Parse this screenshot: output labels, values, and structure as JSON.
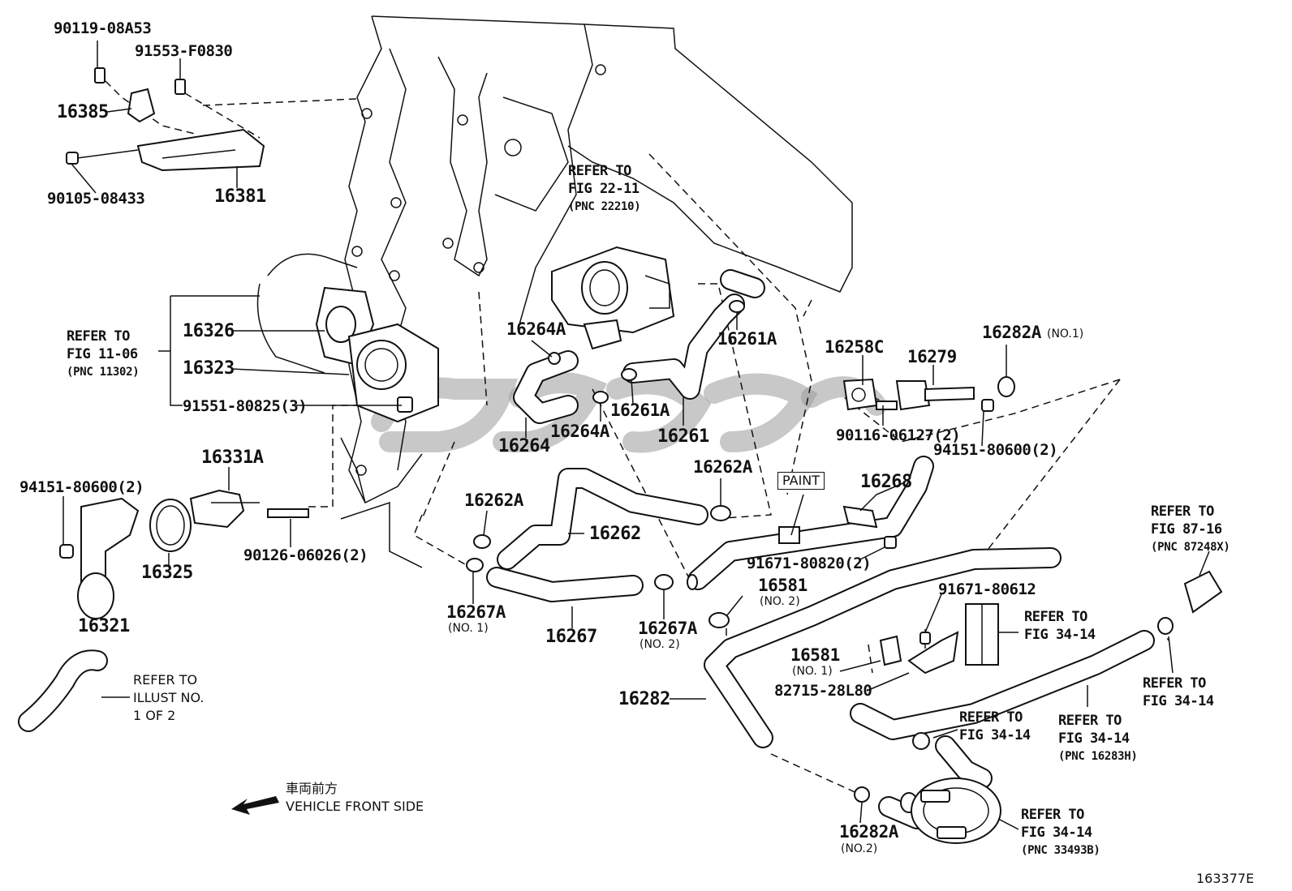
{
  "parts": {
    "p90119": "90119-08A53",
    "p91553": "91553-F0830",
    "p16385": "16385",
    "p16381": "16381",
    "p90105": "90105-08433",
    "p16326": "16326",
    "p16323": "16323",
    "p91551": "91551-80825(3)",
    "p16331A": "16331A",
    "p94151_left": "94151-80600(2)",
    "p16325": "16325",
    "p16321": "16321",
    "p90126": "90126-06026(2)",
    "p16264A_top": "16264A",
    "p16264": "16264",
    "p16264A_bot": "16264A",
    "p16261A_top": "16261A",
    "p16261A_mid": "16261A",
    "p16261": "16261",
    "p16262A_right": "16262A",
    "p16262A_left": "16262A",
    "p16262": "16262",
    "p16267A_1": "16267A",
    "p16267A_1_sub": "(NO. 1)",
    "p16267": "16267",
    "p16267A_2": "16267A",
    "p16267A_2_sub": "(NO. 2)",
    "p16258C": "16258C",
    "p16279": "16279",
    "p16282A_top": "16282A",
    "p16282A_top_sub": "(NO.1)",
    "p90116": "90116-06127(2)",
    "p94151_right": "94151-80600(2)",
    "p16268": "16268",
    "p91671_80820": "91671-80820(2)",
    "p16581_2": "16581",
    "p16581_2_sub": "(NO. 2)",
    "p91671_80612": "91671-80612",
    "p16581_1": "16581",
    "p16581_1_sub": "(NO. 1)",
    "p82715": "82715-28L80",
    "p16282": "16282",
    "p16282A_bot": "16282A",
    "p16282A_bot_sub": "(NO.2)",
    "paint": "PAINT"
  },
  "refs": {
    "fig11_06": [
      "REFER TO",
      "FIG 11-06",
      "(PNC 11302)"
    ],
    "fig22_11": [
      "REFER TO",
      "FIG 22-11",
      "(PNC 22210)"
    ],
    "fig87_16": [
      "REFER TO",
      "FIG 87-16",
      "(PNC 87248X)"
    ],
    "fig34_14_a": [
      "REFER TO",
      "FIG 34-14"
    ],
    "fig34_14_b": [
      "REFER TO",
      "FIG 34-14"
    ],
    "fig34_14_c": [
      "REFER TO",
      "FIG 34-14"
    ],
    "fig34_14_d": [
      "REFER TO",
      "FIG 34-14",
      "(PNC 16283H)"
    ],
    "fig34_14_e": [
      "REFER TO",
      "FIG 34-14",
      "(PNC 33493B)"
    ],
    "illust": [
      "REFER TO",
      "ILLUST NO.",
      "1 OF 2"
    ]
  },
  "direction": {
    "jp": "車両前方",
    "en": "VEHICLE FRONT SIDE"
  },
  "figure_id": "163377E"
}
